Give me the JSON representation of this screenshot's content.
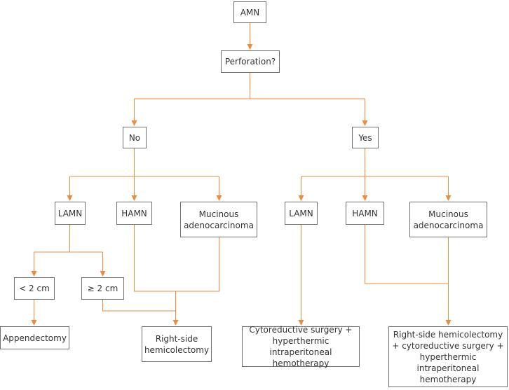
{
  "colors": {
    "edge": "#f08a3c",
    "border": "#6f6f6f",
    "text": "#333333"
  },
  "nodes": {
    "amn": {
      "label": "AMN"
    },
    "perforation": {
      "label": "Perforation?"
    },
    "no": {
      "label": "No"
    },
    "yes": {
      "label": "Yes"
    },
    "lamn_no": {
      "label": "LAMN"
    },
    "hamn_no": {
      "label": "HAMN"
    },
    "mucinous_no": {
      "label": "Mucinous adenocarcinoma"
    },
    "lamn_yes": {
      "label": "LAMN"
    },
    "hamn_yes": {
      "label": "HAMN"
    },
    "mucinous_yes": {
      "label": "Mucinous adenocarcinoma"
    },
    "lt2": {
      "label": "< 2 cm"
    },
    "ge2": {
      "label": "≥ 2 cm"
    },
    "appendectomy": {
      "label": "Appendectomy"
    },
    "rhc": {
      "label": "Right-side hemicolectomy"
    },
    "crs": {
      "label": "Cytoreductive surgery + hyperthermic intraperitoneal hemotherapy"
    },
    "rhc_crs": {
      "label": "Right-side hemicolectomy + cytoreductive surgery + hyperthermic intraperitoneal hemotherapy"
    }
  }
}
